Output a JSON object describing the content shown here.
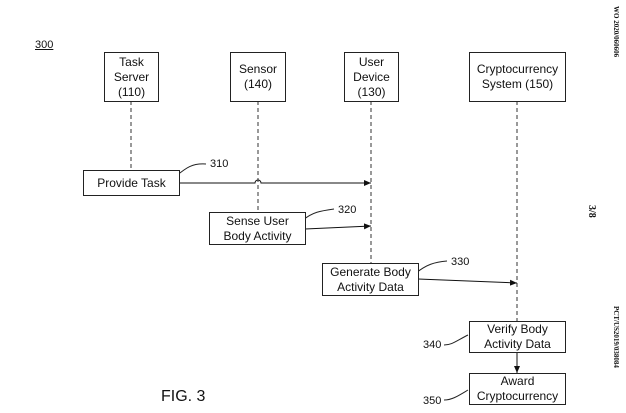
{
  "figure_number": "300",
  "figure_label": "FIG. 3",
  "side_text": {
    "top": "WO 2020/060606",
    "middle": "3/8",
    "bottom": "PCT/US2019/038084"
  },
  "entities": [
    {
      "id": "task-server",
      "lines": [
        "Task",
        "Server",
        "(110)"
      ]
    },
    {
      "id": "sensor",
      "lines": [
        "Sensor",
        "(140)"
      ]
    },
    {
      "id": "user-device",
      "lines": [
        "User",
        "Device",
        "(130)"
      ]
    },
    {
      "id": "cryptocurrency-system",
      "lines": [
        "Cryptocurrency",
        "System (150)"
      ]
    }
  ],
  "steps": [
    {
      "id": "provide-task",
      "ref": "310",
      "lines": [
        "Provide Task"
      ]
    },
    {
      "id": "sense-user-body-activity",
      "ref": "320",
      "lines": [
        "Sense User",
        "Body Activity"
      ]
    },
    {
      "id": "generate-body-activity-data",
      "ref": "330",
      "lines": [
        "Generate Body",
        "Activity Data"
      ]
    },
    {
      "id": "verify-body-activity-data",
      "ref": "340",
      "lines": [
        "Verify Body",
        "Activity Data"
      ]
    },
    {
      "id": "award-cryptocurrency",
      "ref": "350",
      "lines": [
        "Award",
        "Cryptocurrency"
      ]
    }
  ]
}
